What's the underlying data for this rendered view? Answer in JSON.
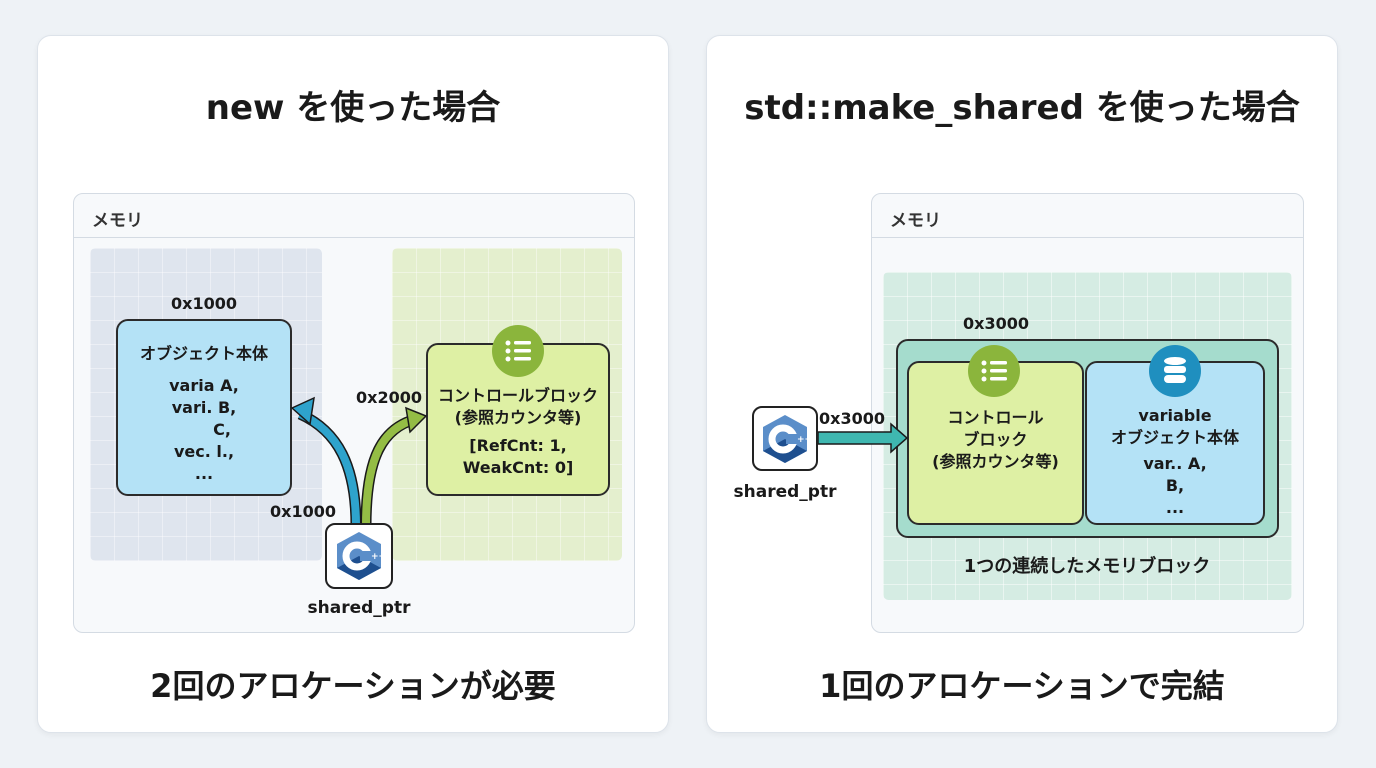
{
  "left": {
    "title": "new を使った場合",
    "memory_label": "メモリ",
    "object_address": "0x1000",
    "object_title": "オブジェクト本体",
    "object_lines": [
      "varia A,",
      "vari. B,",
      "C,",
      "vec. l.,",
      "..."
    ],
    "control_address": "0x2000",
    "control_title": [
      "コントロールブロック",
      "(参照カウンタ等)"
    ],
    "control_lines": [
      "[RefCnt: 1,",
      "WeakCnt: 0]"
    ],
    "pointer_address": "0x1000",
    "pointer_label": "shared_ptr",
    "footer": "2回のアロケーションが必要"
  },
  "right": {
    "title": "std::make_shared を使った場合",
    "memory_label": "メモリ",
    "block_address": "0x3000",
    "control_title": [
      "コントロール",
      "ブロック",
      "(参照カウンタ等)"
    ],
    "object_title": [
      "variable",
      "オブジェクト本体"
    ],
    "object_lines": [
      "var.. A,",
      "B,",
      "..."
    ],
    "pointer_address": "0x3000",
    "pointer_label": "shared_ptr",
    "block_caption": "1つの連続したメモリブロック",
    "footer": "1回のアロケーションで完結"
  },
  "colors": {
    "object_blue": "#b4e2f6",
    "control_green": "#def0a4",
    "teal": "#a5dccd",
    "icon_green": "#8bb53c",
    "icon_blue": "#1f8fbf"
  }
}
